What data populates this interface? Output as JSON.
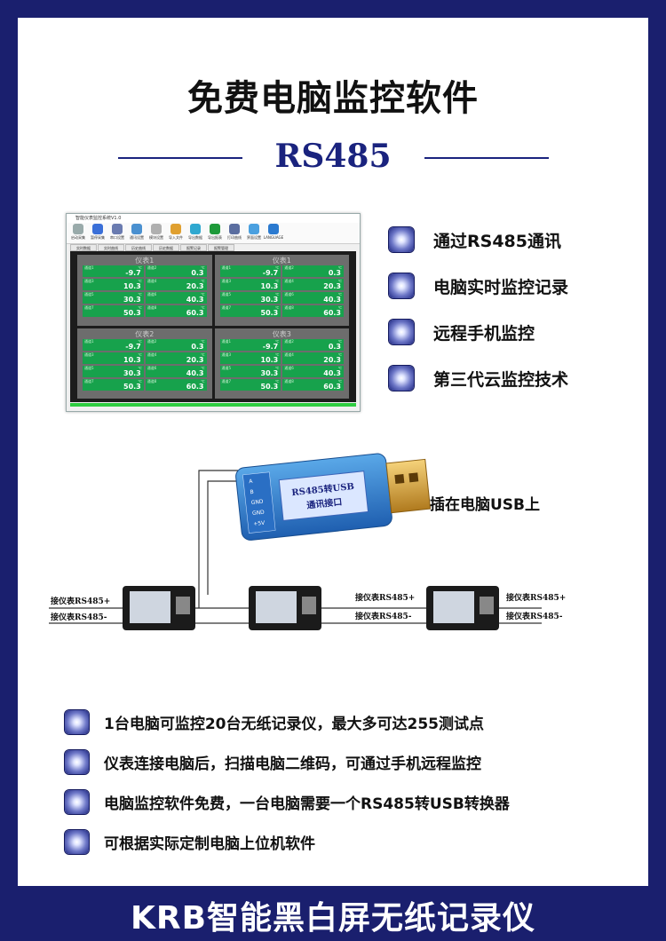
{
  "title": "免费电脑监控软件",
  "subtitle": "RS485",
  "software": {
    "window_title": "智能仪表监控系统V1.0",
    "toolbar": [
      "启动采集",
      "暂停采集",
      "串口设置",
      "通讯设置",
      "模块设置",
      "导入文件",
      "导出数据",
      "导出报表",
      "打印曲线",
      "界面设置",
      "LANGUAGE"
    ],
    "tabs": [
      "实时数据",
      "实时曲线",
      "历史曲线",
      "历史数据",
      "报警记录",
      "报警管理"
    ],
    "panels": [
      {
        "title": "仪表1",
        "values": [
          "-9.7",
          "0.3",
          "10.3",
          "20.3",
          "30.3",
          "40.3",
          "50.3",
          "60.3"
        ]
      },
      {
        "title": "仪表1",
        "values": [
          "-9.7",
          "0.3",
          "10.3",
          "20.3",
          "30.3",
          "40.3",
          "50.3",
          "60.3"
        ]
      },
      {
        "title": "仪表2",
        "values": [
          "-9.7",
          "0.3",
          "10.3",
          "20.3",
          "30.3",
          "40.3",
          "50.3",
          "60.3"
        ]
      },
      {
        "title": "仪表3",
        "values": [
          "-9.7",
          "0.3",
          "10.3",
          "20.3",
          "30.3",
          "40.3",
          "50.3",
          "60.3"
        ]
      }
    ],
    "cell_labels": [
      "通道1",
      "通道2",
      "通道3",
      "通道4",
      "通道5",
      "通道6",
      "通道7",
      "通道8"
    ],
    "unit": "℃"
  },
  "features": [
    "通过RS485通讯",
    "电脑实时监控记录",
    "远程手机监控",
    "第三代云监控技术"
  ],
  "usb": {
    "label_line1": "RS485转USB",
    "label_line2": "通讯接口",
    "pins": [
      "A",
      "B",
      "GND",
      "GND",
      "+5V"
    ],
    "caption": "插在电脑USB上"
  },
  "wiring": {
    "plus_label": "接仪表RS485+",
    "minus_label": "接仪表RS485-"
  },
  "notes": [
    "1台电脑可监控20台无纸记录仪，最大多可达255测试点",
    "仪表连接电脑后，扫描电脑二维码，可通过手机远程监控",
    "电脑监控软件免费，一台电脑需要一个RS485转USB转换器",
    "可根据实际定制电脑上位机软件"
  ],
  "footer": "KRB智能黑白屏无纸记录仪",
  "colors": {
    "navy": "#1a237e",
    "frame": "#1a1f6e",
    "cell_green": "#17a24c"
  }
}
